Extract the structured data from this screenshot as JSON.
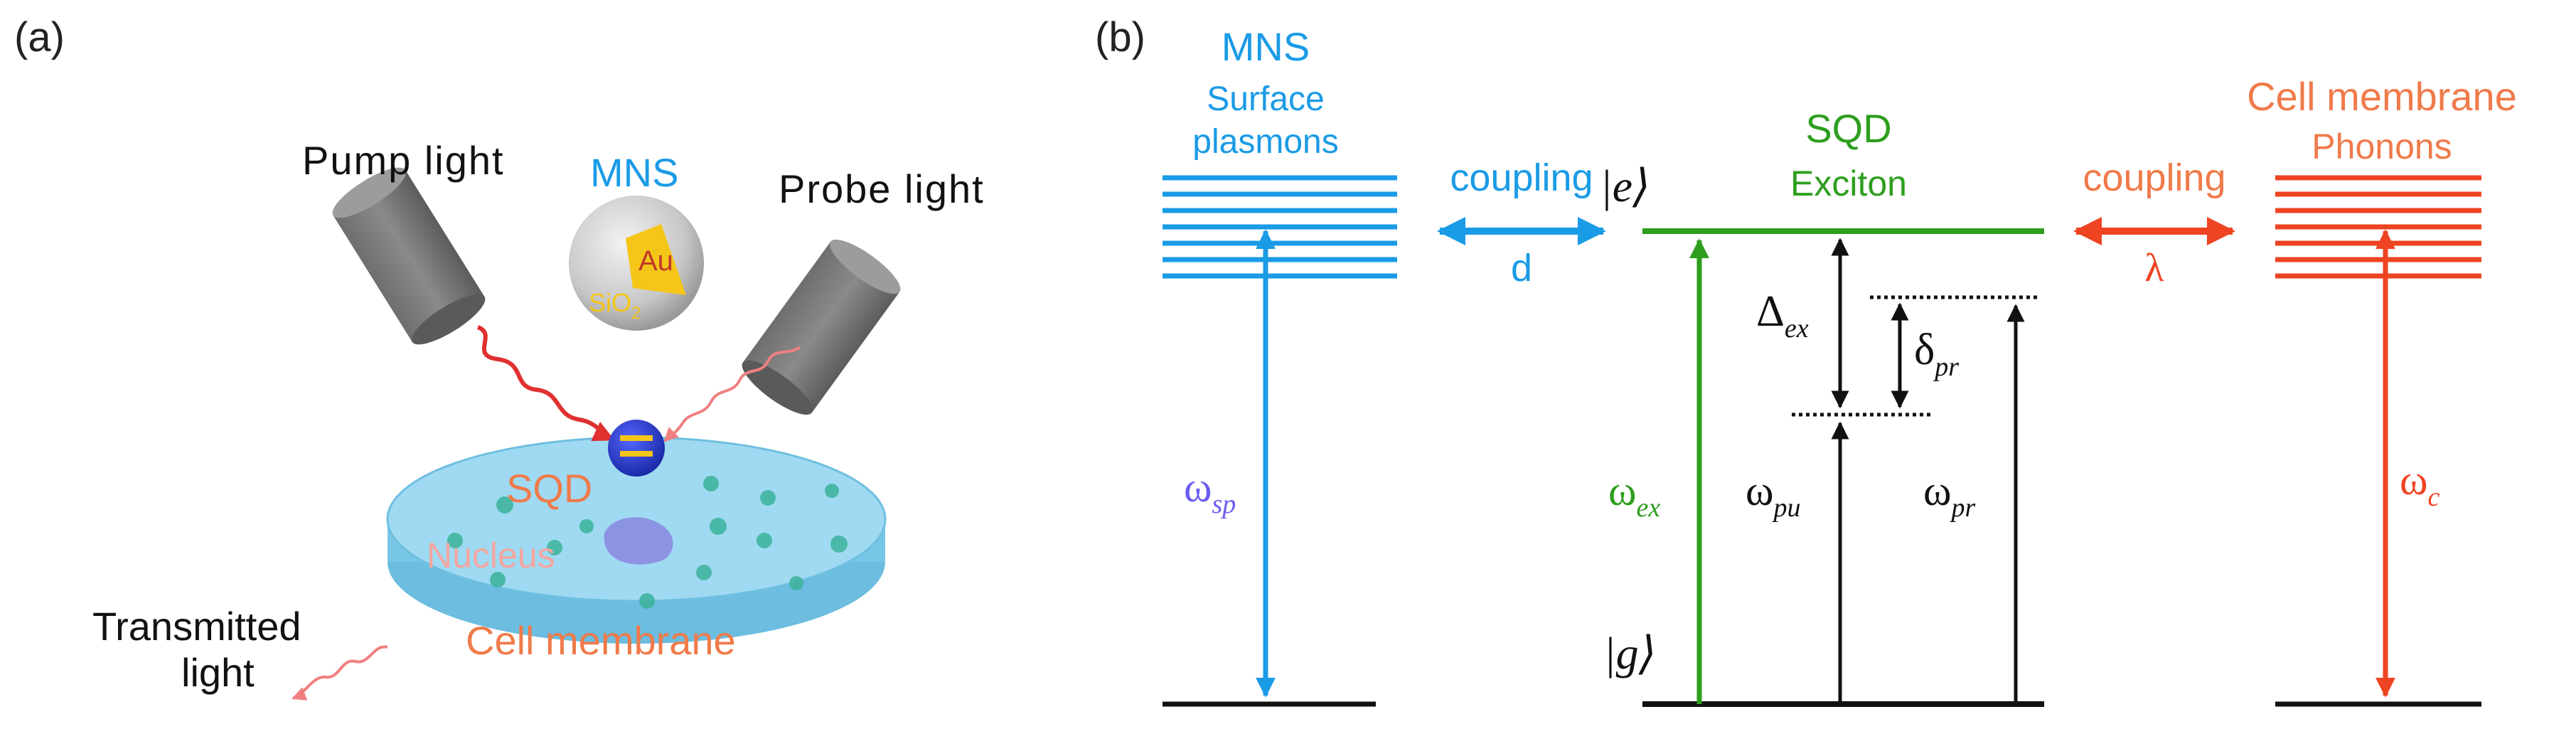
{
  "panel_a": {
    "tag": "(a)",
    "pump_label": "Pump light",
    "probe_label": "Probe light",
    "mns_label": "MNS",
    "au_label": "Au",
    "sio2_label": "SiO",
    "sio2_sub": "2",
    "sqd_label": "SQD",
    "nucleus_label": "Nucleus",
    "membrane_label": "Cell membrane",
    "transmitted_line1": "Transmitted",
    "transmitted_line2": "light"
  },
  "panel_b": {
    "tag": "(b)",
    "mns_title": "MNS",
    "mns_sub1": "Surface",
    "mns_sub2": "plasmons",
    "coupling_left": "coupling",
    "coupling_left_sym": "d",
    "sqd_title": "SQD",
    "sqd_sub": "Exciton",
    "ket_e": "|e⟩",
    "ket_g": "|g⟩",
    "coupling_right": "coupling",
    "coupling_right_sym": "λ",
    "cell_title": "Cell membrane",
    "cell_sub": "Phonons",
    "omega": "ω",
    "sub_sp": "sp",
    "sub_ex": "ex",
    "sub_pu": "pu",
    "sub_pr": "pr",
    "sub_c": "c",
    "Delta": "Δ",
    "delta": "δ"
  },
  "colors": {
    "plasmon_blue": "#1a9be6",
    "exciton_green": "#2e9e1e",
    "phonon_red": "#ee4422",
    "label_orange": "#f07a4a",
    "dish_cyan": "#8fd3ef",
    "sqd_dot": "#3344dd",
    "au_gold": "#f5c518"
  }
}
